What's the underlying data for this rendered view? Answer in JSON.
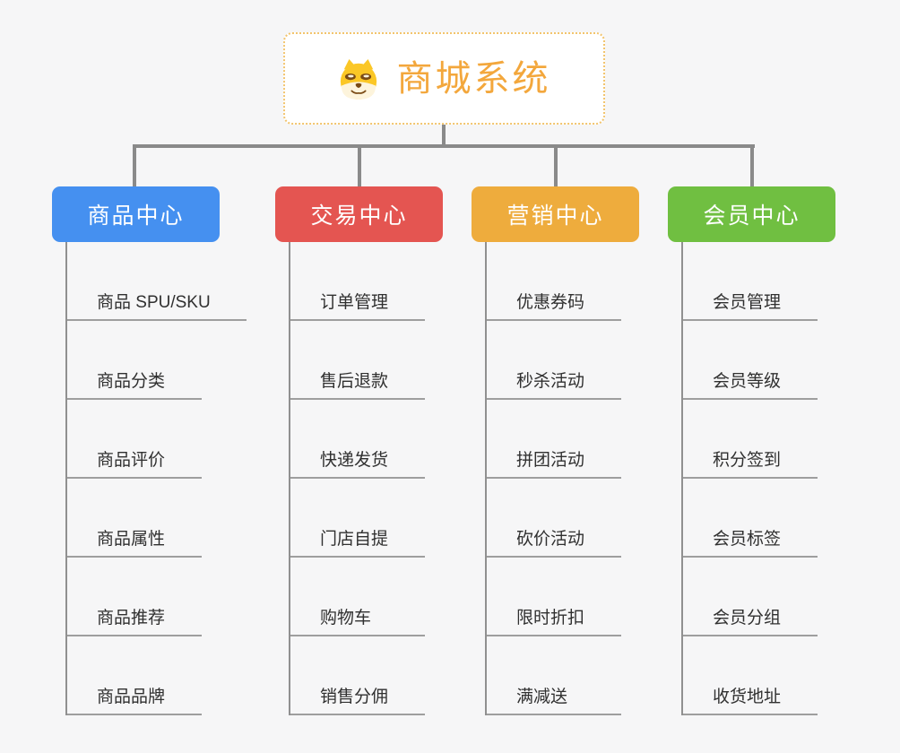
{
  "root": {
    "title": "商城系统",
    "icon": "doge-icon",
    "title_color": "#f3a73c",
    "border_color": "#f2c46d"
  },
  "connector_color": "#8a8a8a",
  "branches": [
    {
      "id": "product-center",
      "label": "商品中心",
      "color": "#4590f0",
      "children": [
        "商品 SPU/SKU",
        "商品分类",
        "商品评价",
        "商品属性",
        "商品推荐",
        "商品品牌"
      ]
    },
    {
      "id": "trade-center",
      "label": "交易中心",
      "color": "#e45551",
      "children": [
        "订单管理",
        "售后退款",
        "快递发货",
        "门店自提",
        "购物车",
        "销售分佣"
      ]
    },
    {
      "id": "marketing-center",
      "label": "营销中心",
      "color": "#eeac3d",
      "children": [
        "优惠券码",
        "秒杀活动",
        "拼团活动",
        "砍价活动",
        "限时折扣",
        "满减送"
      ]
    },
    {
      "id": "member-center",
      "label": "会员中心",
      "color": "#70bf41",
      "children": [
        "会员管理",
        "会员等级",
        "积分签到",
        "会员标签",
        "会员分组",
        "收货地址"
      ]
    }
  ]
}
